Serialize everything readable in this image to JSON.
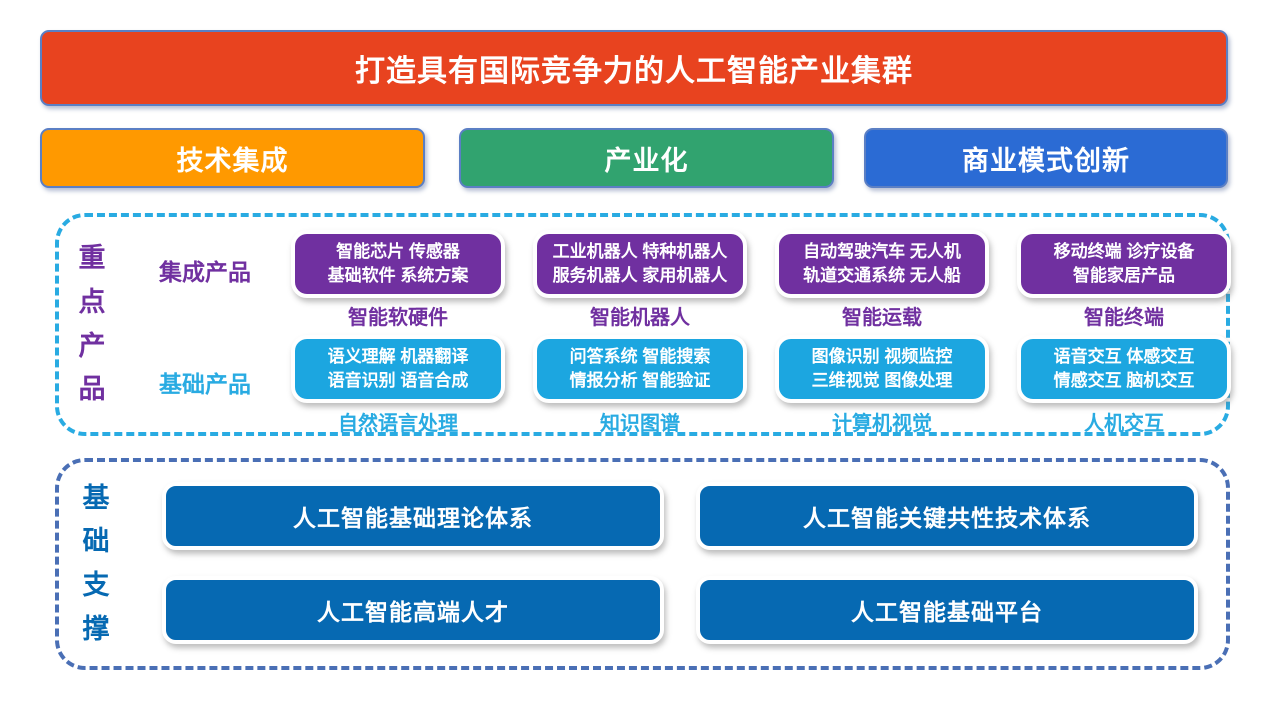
{
  "title_banner": {
    "label": "打造具有国际竞争力的人工智能产业集群",
    "color": "#E8431F"
  },
  "pillars": [
    {
      "label": "技术集成",
      "color": "#FF9900"
    },
    {
      "label": "产业化",
      "color": "#31A36F"
    },
    {
      "label": "商业模式创新",
      "color": "#2B6BD4"
    }
  ],
  "key_products": {
    "panel_label": "重点产品",
    "border_color": "#29ABE2",
    "row_labels": {
      "integrated": "集成产品",
      "basic": "基础产品"
    },
    "colors": {
      "integrated_box": "#7030A0",
      "basic_box": "#1CA6E0",
      "integrated_text": "#7030A0",
      "basic_text": "#29ABE2"
    },
    "columns": [
      {
        "integrated": {
          "line1": "智能芯片 传感器",
          "line2": "基础软件 系统方案",
          "caption": "智能软硬件"
        },
        "basic": {
          "line1": "语义理解 机器翻译",
          "line2": "语音识别 语音合成",
          "caption": "自然语言处理"
        }
      },
      {
        "integrated": {
          "line1": "工业机器人 特种机器人",
          "line2": "服务机器人 家用机器人",
          "caption": "智能机器人"
        },
        "basic": {
          "line1": "问答系统 智能搜索",
          "line2": "情报分析 智能验证",
          "caption": "知识图谱"
        }
      },
      {
        "integrated": {
          "line1": "自动驾驶汽车 无人机",
          "line2": "轨道交通系统 无人船",
          "caption": "智能运载"
        },
        "basic": {
          "line1": "图像识别 视频监控",
          "line2": "三维视觉 图像处理",
          "caption": "计算机视觉"
        }
      },
      {
        "integrated": {
          "line1": "移动终端 诊疗设备",
          "line2": "智能家居产品",
          "caption": "智能终端"
        },
        "basic": {
          "line1": "语音交互 体感交互",
          "line2": "情感交互 脑机交互",
          "caption": "人机交互"
        }
      }
    ]
  },
  "foundation": {
    "panel_label": "基础支撑",
    "border_color": "#4A6FB5",
    "box_color": "#0669B2",
    "boxes": [
      {
        "label": "人工智能基础理论体系"
      },
      {
        "label": "人工智能关键共性技术体系"
      },
      {
        "label": "人工智能高端人才"
      },
      {
        "label": "人工智能基础平台"
      }
    ]
  }
}
